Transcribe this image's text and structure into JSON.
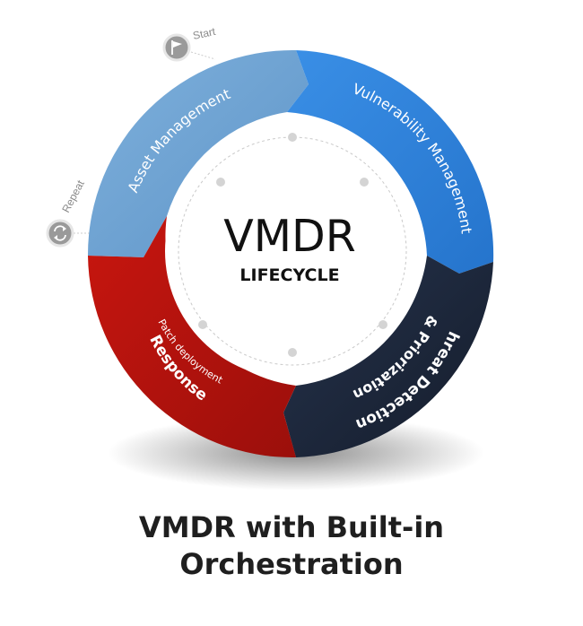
{
  "center": {
    "title": "VMDR",
    "subtitle": "LIFECYCLE"
  },
  "segments": [
    {
      "label": "Asset Management",
      "sublabel": "",
      "color": "#6fa3d3"
    },
    {
      "label": "Vulnerability Management",
      "sublabel": "",
      "color": "#2f84de"
    },
    {
      "label": "Threat Detection",
      "sublabel": "& Priorization",
      "color": "#1e2a40"
    },
    {
      "label": "Response",
      "sublabel": "Patch deployment",
      "color": "#c8160f"
    }
  ],
  "markers": {
    "start": {
      "label": "Start",
      "icon": "flag-icon"
    },
    "repeat": {
      "label": "Repeat",
      "icon": "refresh-icon"
    }
  },
  "caption": {
    "line1": "VMDR with Built-in",
    "line2": "Orchestration"
  }
}
